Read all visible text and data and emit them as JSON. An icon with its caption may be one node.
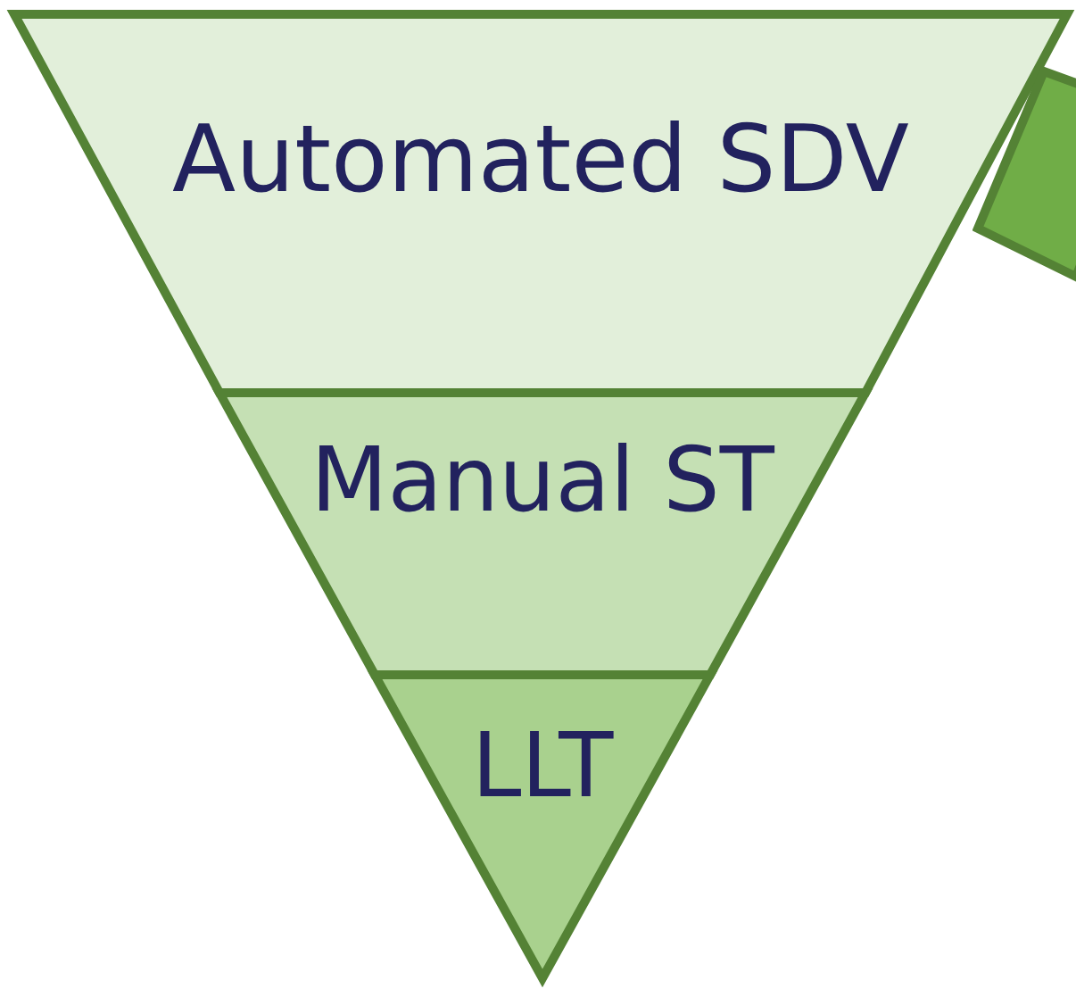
{
  "diagram": {
    "nodes": [
      {
        "text": [
          "Automated SDV"
        ]
      },
      {
        "text": [
          "Manual ST"
        ]
      },
      {
        "text": [
          "LLT"
        ]
      },
      {
        "text": [],
        "shape": "box"
      }
    ]
  }
}
